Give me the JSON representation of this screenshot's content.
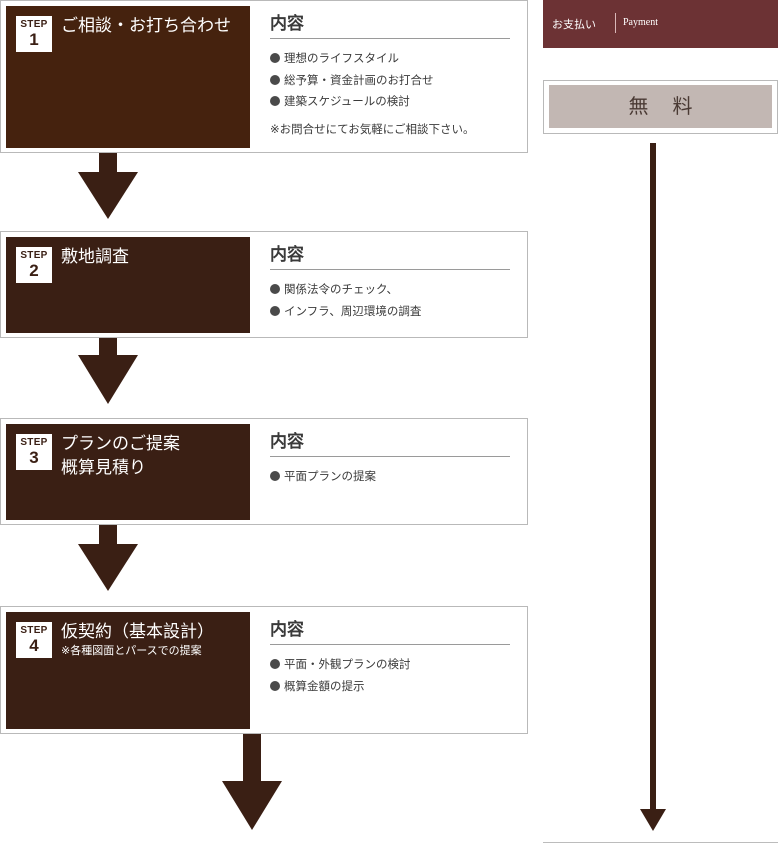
{
  "steps": [
    {
      "badge_label": "STEP",
      "badge_num": "1",
      "title_lines": [
        "ご相談・お打ち合わせ"
      ],
      "note": "",
      "content_heading": "内容",
      "items": [
        "理想のライフスタイル",
        "総予算・資金計画のお打合せ",
        "建築スケジュールの検討"
      ],
      "footnote": "※お問合せにてお気軽にご相談下さい。"
    },
    {
      "badge_label": "STEP",
      "badge_num": "2",
      "title_lines": [
        "敷地調査"
      ],
      "note": "",
      "content_heading": "内容",
      "items": [
        "関係法令のチェック、",
        "インフラ、周辺環境の調査"
      ],
      "footnote": ""
    },
    {
      "badge_label": "STEP",
      "badge_num": "3",
      "title_lines": [
        "プランのご提案",
        "概算見積り"
      ],
      "note": "",
      "content_heading": "内容",
      "items": [
        "平面プランの提案"
      ],
      "footnote": ""
    },
    {
      "badge_label": "STEP",
      "badge_num": "4",
      "title_lines": [
        "仮契約（基本設計）"
      ],
      "note": "※各種図面とパースでの提案",
      "content_heading": "内容",
      "items": [
        "平面・外観プランの検討",
        "概算金額の提示"
      ],
      "footnote": ""
    }
  ],
  "payment": {
    "label_jp": "お支払い",
    "label_en": "Payment",
    "amount": "無料"
  },
  "colors": {
    "step1_bg": "#45220e",
    "step_bg": "#3a1f14",
    "arrow": "#3a1f14",
    "payment_header": "#6c3234",
    "free_bg": "#c2b7b3"
  }
}
